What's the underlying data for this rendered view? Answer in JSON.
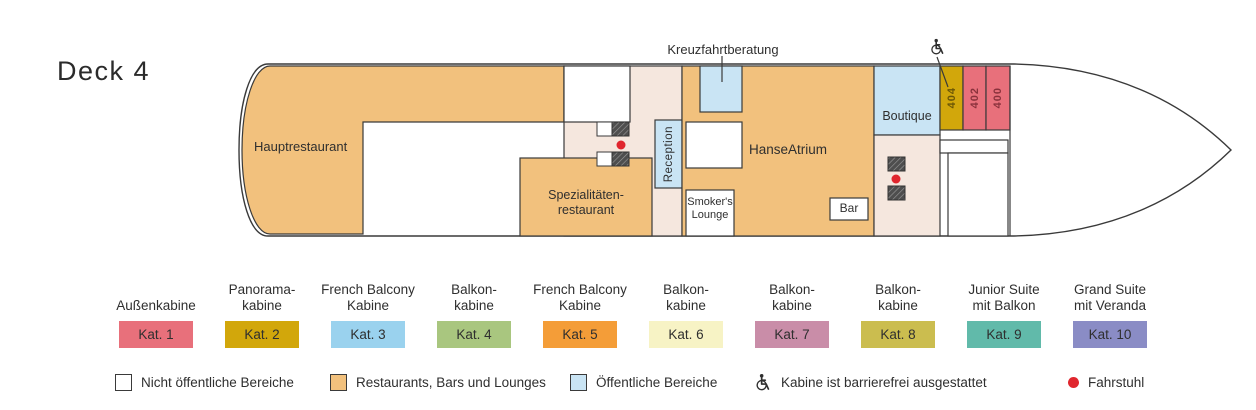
{
  "title": "Deck 4",
  "colors": {
    "outline": "#3a3a3a",
    "restaurant": "#F2C17D",
    "public": "#C9E4F4",
    "corridor": "#F5E7DE",
    "nonpublic": "#FFFFFF",
    "elevator_dot": "#E0262E"
  },
  "plan": {
    "labels": {
      "hauptrestaurant": "Hauptrestaurant",
      "spezialitaeten": "Spezialitäten-restaurant",
      "reception": "Reception",
      "kreuzfahrtberatung": "Kreuzfahrtberatung",
      "smokers": "Smoker's Lounge",
      "hanseatrium": "HanseAtrium",
      "bar": "Bar",
      "boutique": "Boutique"
    },
    "cabins": [
      {
        "number": "404",
        "color": "#D2A70B",
        "text_color": "#6b5606"
      },
      {
        "number": "402",
        "color": "#E8707B",
        "text_color": "#8a323c"
      },
      {
        "number": "400",
        "color": "#E8707B",
        "text_color": "#8a323c"
      }
    ]
  },
  "legend": {
    "categories": [
      {
        "label": "Außenkabine",
        "kat": "Kat. 1",
        "color": "#E8707B"
      },
      {
        "label": "Panorama-kabine",
        "kat": "Kat. 2",
        "color": "#D2A70B"
      },
      {
        "label": "French Balcony Kabine",
        "kat": "Kat. 3",
        "color": "#9AD2EE"
      },
      {
        "label": "Balkon-kabine",
        "kat": "Kat. 4",
        "color": "#A9C67F"
      },
      {
        "label": "French Balcony Kabine",
        "kat": "Kat. 5",
        "color": "#F49D38"
      },
      {
        "label": "Balkon-kabine",
        "kat": "Kat. 6",
        "color": "#F7F3C5"
      },
      {
        "label": "Balkon-kabine",
        "kat": "Kat. 7",
        "color": "#C98DA8"
      },
      {
        "label": "Balkon-kabine",
        "kat": "Kat. 8",
        "color": "#CBBD4F"
      },
      {
        "label": "Junior Suite mit Balkon",
        "kat": "Kat. 9",
        "color": "#61BAAA"
      },
      {
        "label": "Grand Suite mit Veranda",
        "kat": "Kat. 10",
        "color": "#8A8CC5"
      }
    ],
    "areas": [
      {
        "label": "Nicht öffentliche Bereiche",
        "color": "#FFFFFF"
      },
      {
        "label": "Restaurants, Bars und Lounges",
        "color": "#F2C17D"
      },
      {
        "label": "Öffentliche Bereiche",
        "color": "#C9E4F4"
      }
    ],
    "accessible_label": "Kabine ist barrierefrei ausgestattet",
    "elevator_label": "Fahrstuhl"
  }
}
